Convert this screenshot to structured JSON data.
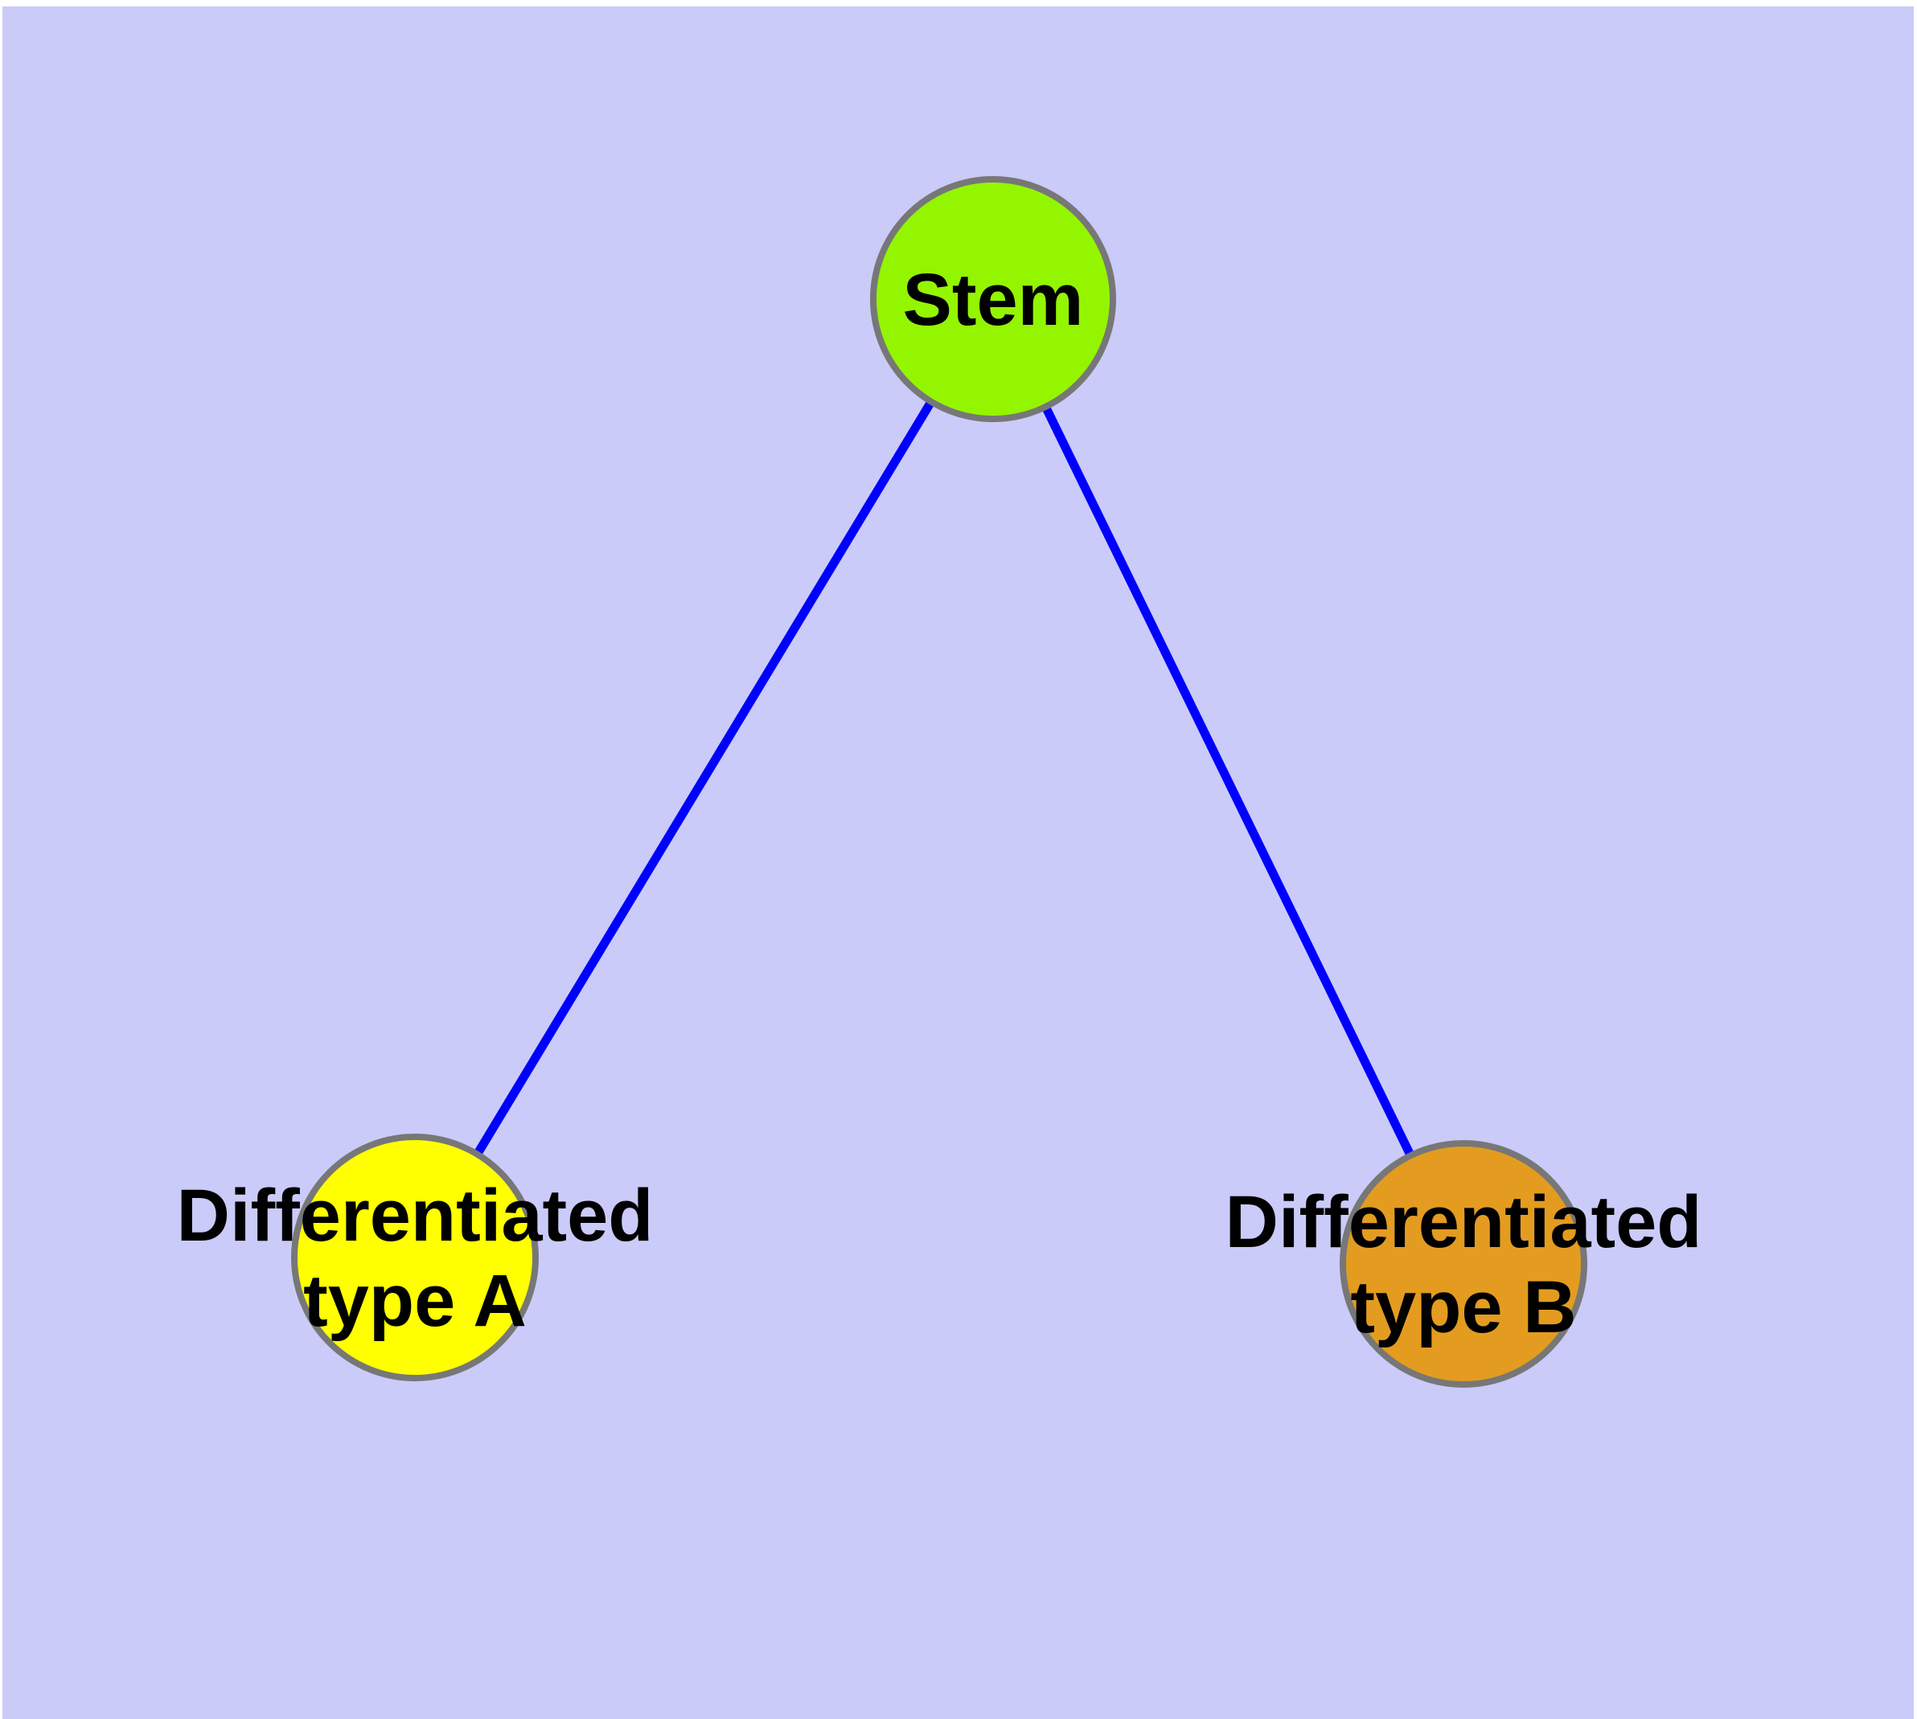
{
  "diagram": {
    "title": "Stem cell differentiation graph",
    "colors": {
      "page_margin": "#ffffff",
      "background": "#cbcbf9",
      "edge": "#0000ff",
      "node_border": "#777777",
      "label_text": "#000000"
    },
    "nodes": [
      {
        "id": "stem",
        "label": "Stem",
        "label_lines": [
          "Stem"
        ],
        "fill": "#94f500",
        "shape": "circle"
      },
      {
        "id": "type-a",
        "label": "Differentiated type A",
        "label_lines": [
          "Differentiated",
          "type A"
        ],
        "fill": "#ffff00",
        "shape": "circle"
      },
      {
        "id": "type-b",
        "label": "Differentiated type B",
        "label_lines": [
          "Differentiated",
          "type B"
        ],
        "fill": "#e39c20",
        "shape": "circle"
      }
    ],
    "edges": [
      {
        "from": "Stem",
        "to": "Differentiated type A"
      },
      {
        "from": "Stem",
        "to": "Differentiated type B"
      }
    ]
  }
}
